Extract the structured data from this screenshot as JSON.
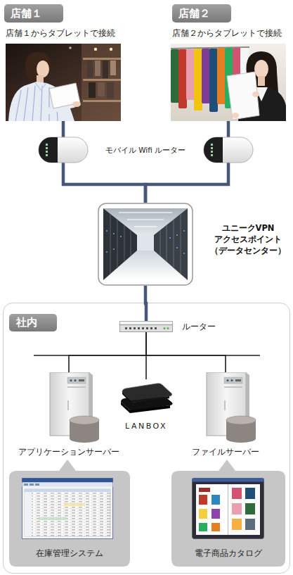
{
  "diagram": {
    "nodes": [
      {
        "text": [
          "店舗１",
          "店舗１からタブレットで接続"
        ]
      },
      {
        "text": [
          "店舗２",
          "店舗２からタブレットで接続"
        ]
      },
      {
        "text": [
          "ユニークVPN アクセスポイント （データセンター）"
        ]
      },
      {
        "text": [
          "社内"
        ]
      },
      {
        "text": [
          "ルーター"
        ],
        "in": 3
      },
      {
        "text": [
          "アプリケーションサーバー"
        ],
        "in": 3
      },
      {
        "text": [
          "LANBOX"
        ],
        "in": 3
      },
      {
        "text": [
          "ファイルサーバー"
        ],
        "in": 3
      },
      {
        "text": [
          "在庫管理システム"
        ],
        "in": 3
      },
      {
        "text": [
          "電子商品カタログ"
        ],
        "in": 3
      }
    ],
    "edges": [
      {
        "from": 0,
        "to": 2,
        "arrow": "none"
      },
      {
        "from": 1,
        "to": 2,
        "arrow": "none"
      },
      {
        "from": 2,
        "to": 4,
        "arrow": "none"
      },
      {
        "from": 4,
        "to": 5,
        "arrow": "none"
      },
      {
        "from": 4,
        "to": 6,
        "arrow": "none"
      },
      {
        "from": 4,
        "to": 7,
        "arrow": "none"
      }
    ],
    "labels": [
      "モバイル Wifi ルーター"
    ]
  }
}
